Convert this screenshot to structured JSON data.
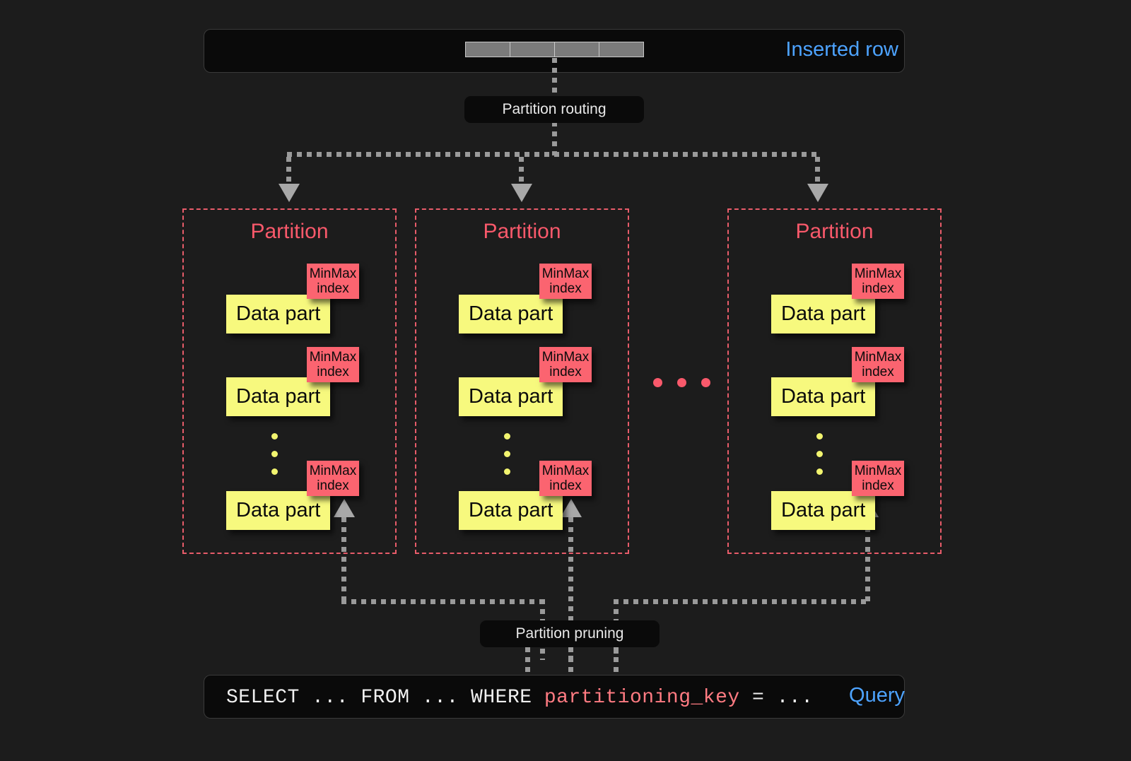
{
  "diagram": {
    "title": "ClickHouse partitioning: insert routing and partition pruning",
    "colors": {
      "background": "#1c1c1c",
      "bar_background": "#0a0a0a",
      "accent_blue": "#4da3ff",
      "partition_red": "#f9596b",
      "minmax_red": "#fb6470",
      "datapart_yellow": "#f7f97e",
      "connector_gray": "#9a9a9a"
    }
  },
  "inserted_row": {
    "label": "Inserted row",
    "cells": [
      "",
      "",
      "",
      ""
    ],
    "cell_count": 4,
    "cell_color": "#7b7b7b"
  },
  "partition_routing": {
    "label": "Partition routing"
  },
  "partitions": [
    {
      "title": "Partition",
      "data_parts": [
        {
          "label": "Data part",
          "index_label_line1": "MinMax",
          "index_label_line2": "index"
        },
        {
          "label": "Data part",
          "index_label_line1": "MinMax",
          "index_label_line2": "index"
        },
        {
          "label": "Data part",
          "index_label_line1": "MinMax",
          "index_label_line2": "index"
        }
      ],
      "ellipsis_dots": 3
    },
    {
      "title": "Partition",
      "data_parts": [
        {
          "label": "Data part",
          "index_label_line1": "MinMax",
          "index_label_line2": "index"
        },
        {
          "label": "Data part",
          "index_label_line1": "MinMax",
          "index_label_line2": "index"
        },
        {
          "label": "Data part",
          "index_label_line1": "MinMax",
          "index_label_line2": "index"
        }
      ],
      "ellipsis_dots": 3
    },
    {
      "title": "Partition",
      "data_parts": [
        {
          "label": "Data part",
          "index_label_line1": "MinMax",
          "index_label_line2": "index"
        },
        {
          "label": "Data part",
          "index_label_line1": "MinMax",
          "index_label_line2": "index"
        },
        {
          "label": "Data part",
          "index_label_line1": "MinMax",
          "index_label_line2": "index"
        }
      ],
      "ellipsis_dots": 3
    }
  ],
  "partitions_ellipsis": {
    "dots": 3,
    "color": "#f9596b"
  },
  "partition_pruning": {
    "label": "Partition pruning"
  },
  "query": {
    "label": "Query",
    "prefix": "SELECT ... FROM ... WHERE ",
    "keyword": "partitioning_key",
    "suffix": " = ...",
    "full_text": "SELECT ... FROM ... WHERE partitioning_key = ..."
  }
}
